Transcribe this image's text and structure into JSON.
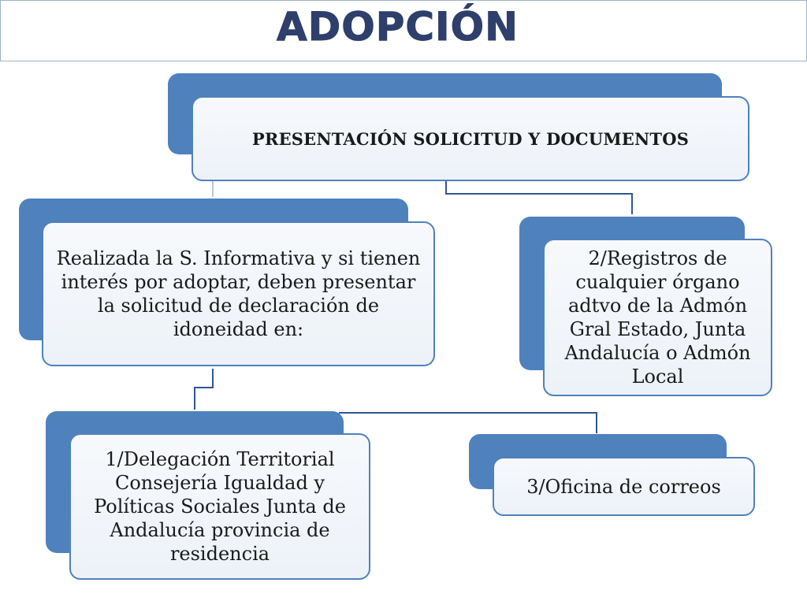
{
  "title": "ADOPCIÓN",
  "colors": {
    "accent": "#4f81bd",
    "title": "#2e3f6b",
    "card_fill": "#edf2f8"
  },
  "nodes": {
    "root": "PRESENTACIÓN SOLICITUD Y DOCUMENTOS",
    "info": "Realizada la S. Informativa y si tienen interés por adoptar, deben presentar la solicitud de declaración de idoneidad en:",
    "registros": "2/Registros de cualquier órgano adtvo de la Admón Gral Estado, Junta Andalucía o Admón Local",
    "delegacion": "1/Delegación Territorial Consejería Igualdad y Políticas Sociales Junta de Andalucía provincia de residencia",
    "correos": "3/Oficina de correos"
  }
}
